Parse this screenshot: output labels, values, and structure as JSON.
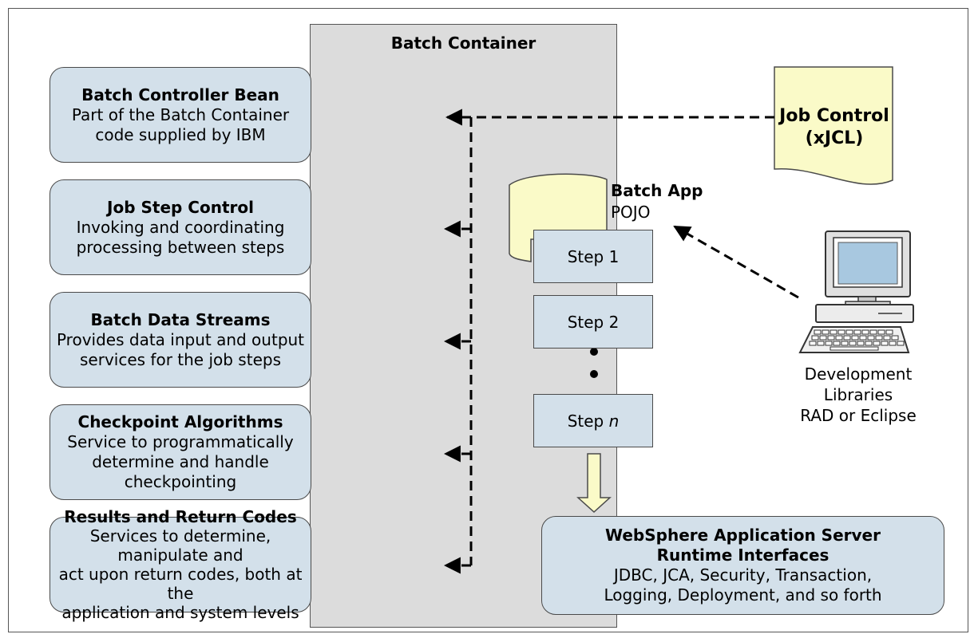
{
  "container": {
    "title": "Batch Container"
  },
  "services": [
    {
      "title": "Batch Controller Bean",
      "lines": [
        "Part of the Batch Container",
        "code supplied by IBM"
      ]
    },
    {
      "title": "Job Step Control",
      "lines": [
        "Invoking and coordinating",
        "processing between steps"
      ]
    },
    {
      "title": "Batch Data Streams",
      "lines": [
        "Provides data input and output",
        "services for the job steps"
      ]
    },
    {
      "title": "Checkpoint Algorithms",
      "lines": [
        "Service to programmatically",
        "determine and handle checkpointing"
      ]
    },
    {
      "title": "Results and Return Codes",
      "lines": [
        "Services to determine, manipulate and",
        "act upon return codes, both at the",
        "application and system levels"
      ]
    }
  ],
  "job_control": {
    "line1": "Job Control",
    "line2": "(xJCL)"
  },
  "batch_app": {
    "title": "Batch App",
    "subtitle": "POJO"
  },
  "steps": {
    "step1": "Step 1",
    "step2": "Step 2",
    "stepn_prefix": "Step ",
    "stepn_var": "n"
  },
  "runtime": {
    "line1": "WebSphere Application Server",
    "line2": "Runtime Interfaces",
    "line3": "JDBC, JCA, Security, Transaction,",
    "line4": "Logging, Deployment, and so forth"
  },
  "dev": {
    "line1": "Development",
    "line2": "Libraries",
    "line3": "RAD or Eclipse"
  },
  "colors": {
    "service_fill": "#d3e0ea",
    "container_fill": "#dcdcdc",
    "document_fill": "#fafac8",
    "screen_fill": "#a8c8e0"
  }
}
